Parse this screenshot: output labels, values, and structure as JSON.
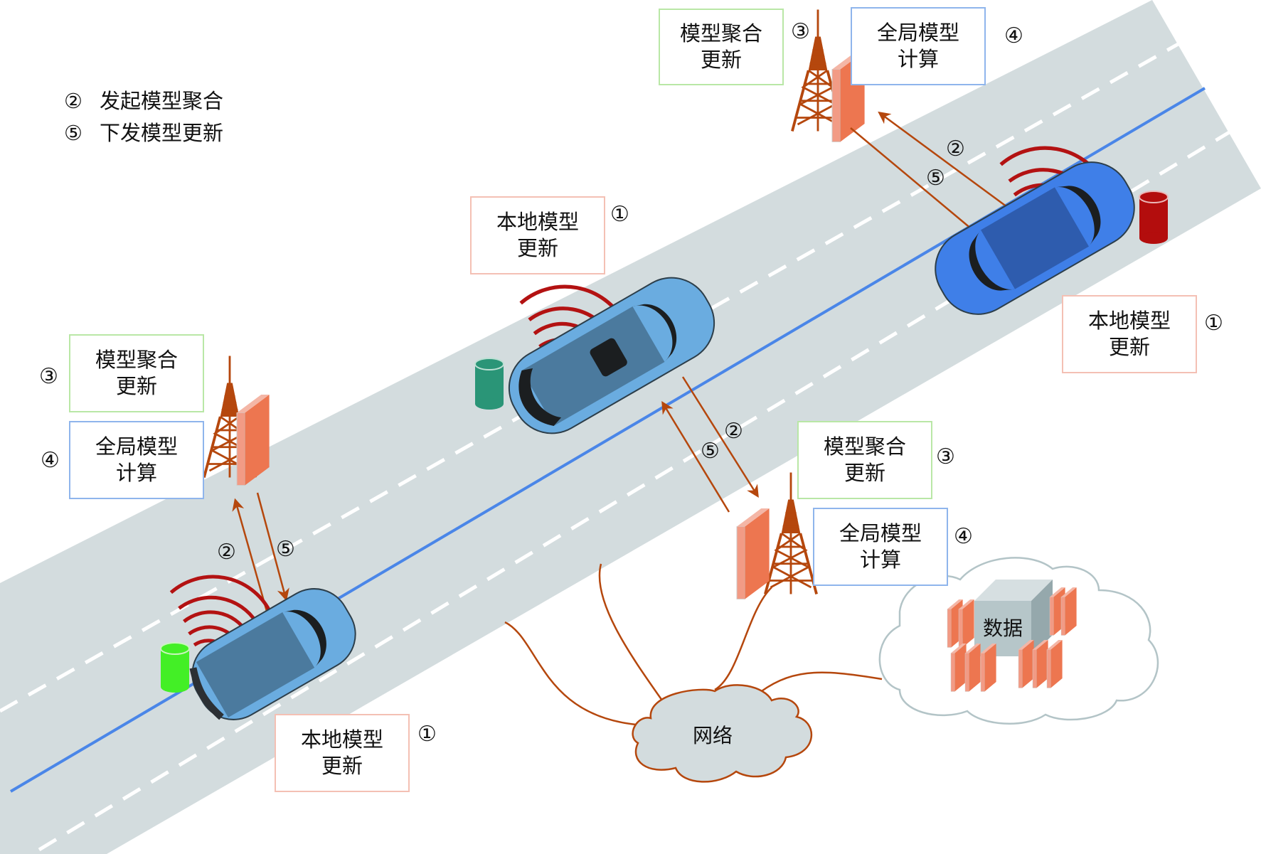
{
  "legend": [
    {
      "num": "②",
      "text": "发起模型聚合"
    },
    {
      "num": "⑤",
      "text": "下发模型更新"
    }
  ],
  "steps": {
    "local": {
      "num": "①",
      "line1": "本地模型",
      "line2": "更新"
    },
    "aggregate": {
      "num": "③",
      "line1": "模型聚合",
      "line2": "更新"
    },
    "global": {
      "num": "④",
      "line1": "全局模型",
      "line2": "计算"
    }
  },
  "arrows": {
    "up": "②",
    "down": "⑤"
  },
  "network_label": "网络",
  "data_label": "数据",
  "colors": {
    "road": "#d3dcde",
    "center_line": "#4a86e8",
    "link": "#b5470d",
    "signal": "#b31212",
    "wall_front": "#ed7650",
    "wall_side": "#f29b85",
    "car_light": "#6aace0",
    "car_dark_blue": "#3f7fe8",
    "cyl_green_dark": "#2a9577",
    "cyl_green": "#43ef26",
    "cyl_red": "#b30d0d"
  }
}
